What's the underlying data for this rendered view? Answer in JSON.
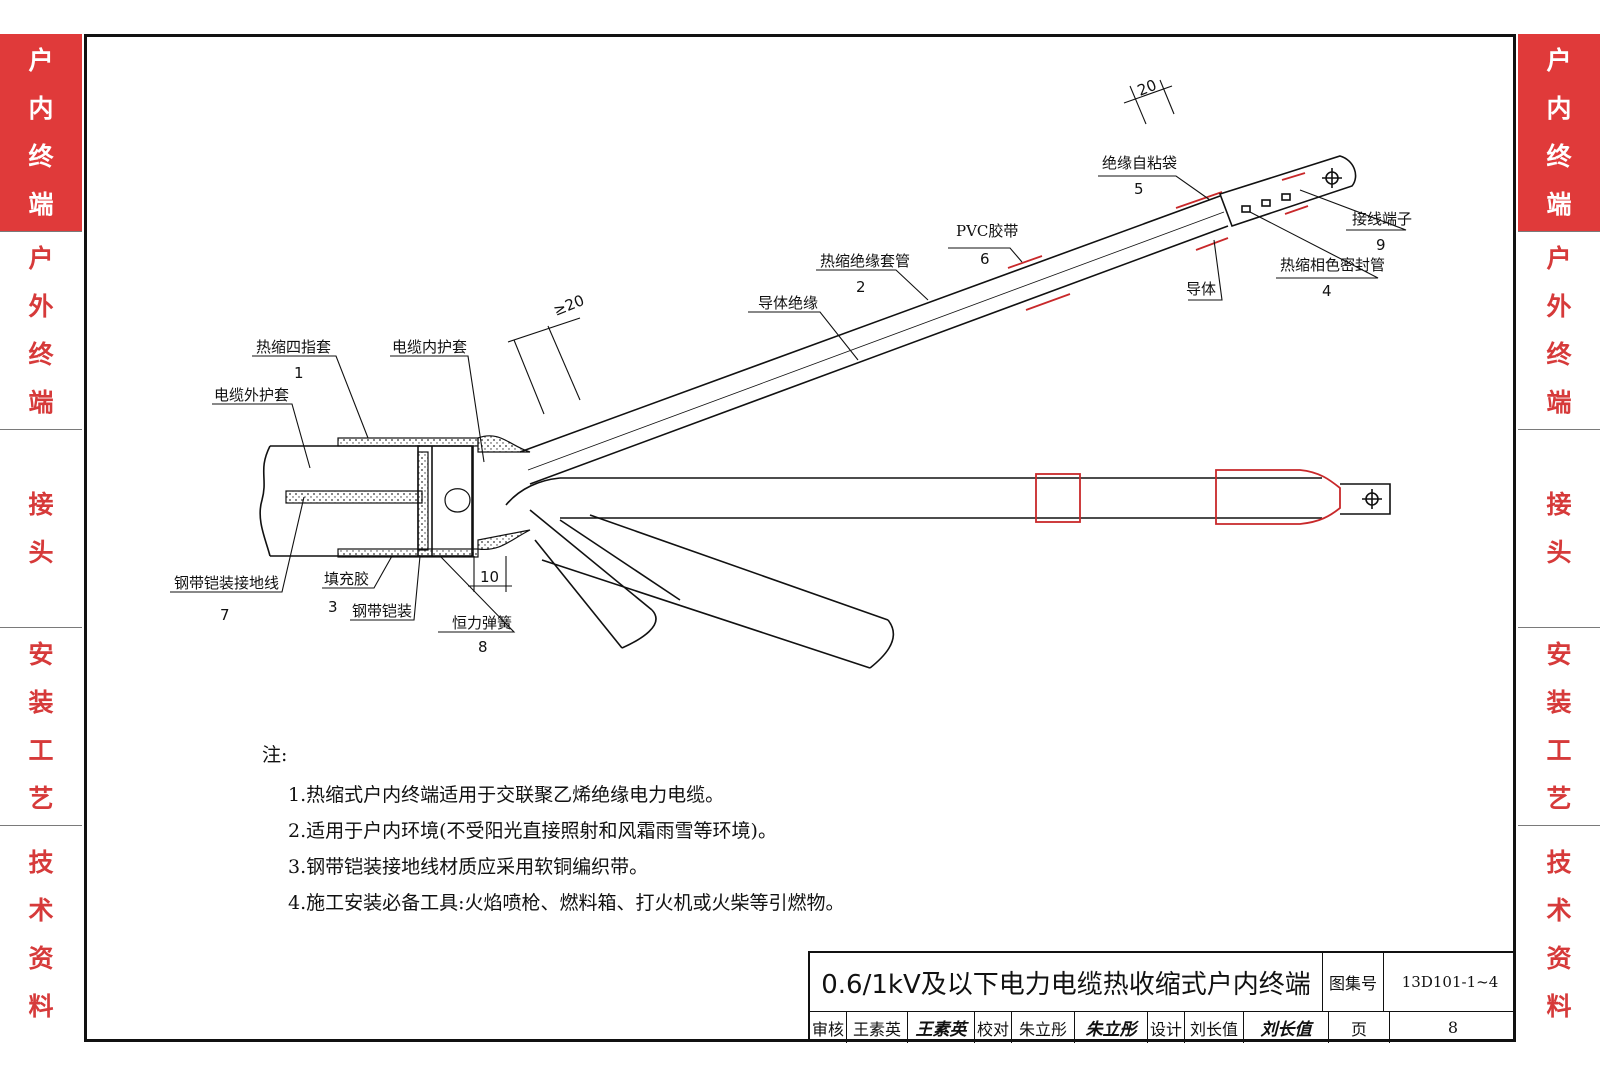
{
  "side_tabs": [
    {
      "label": "户内终端",
      "active": true
    },
    {
      "label": "户外终端",
      "active": false
    },
    {
      "label": "接头",
      "active": false
    },
    {
      "label": "安装工艺",
      "active": false
    },
    {
      "label": "技术资料",
      "active": false
    }
  ],
  "colors": {
    "tab_red": "#e03a3a",
    "tab_text_red": "#d63a3a",
    "line": "#111111",
    "tube_red": "#c8282a"
  },
  "diagram": {
    "callouts": {
      "c1": {
        "label": "热缩四指套",
        "number": "1"
      },
      "c2": {
        "label": "热缩绝缘套管",
        "number": "2"
      },
      "c3": {
        "label": "填充胶",
        "number": "3"
      },
      "c4": {
        "label": "热缩相色密封管",
        "number": "4"
      },
      "c5": {
        "label": "绝缘自粘袋",
        "number": "5"
      },
      "c6": {
        "label": "PVC胶带",
        "number": "6"
      },
      "c7": {
        "label": "钢带铠装接地线",
        "number": "7"
      },
      "c8": {
        "label": "恒力弹簧",
        "number": "8"
      },
      "c9": {
        "label": "接线端子",
        "number": "9"
      },
      "sheath": {
        "label": "电缆外护套"
      },
      "inner": {
        "label": "电缆内护套"
      },
      "conductor_insulation": {
        "label": "导体绝缘"
      },
      "conductor": {
        "label": "导体"
      },
      "armor": {
        "label": "钢带铠装"
      }
    },
    "dimensions": {
      "top": "20",
      "mid": "≥20",
      "bottom": "10"
    }
  },
  "notes": {
    "title": "注:",
    "items": [
      "1.热缩式户内终端适用于交联聚乙烯绝缘电力电缆。",
      "2.适用于户内环境(不受阳光直接照射和风霜雨雪等环境)。",
      "3.钢带铠装接地线材质应采用软铜编织带。",
      "4.施工安装必备工具:火焰喷枪、燃料箱、打火机或火柴等引燃物。"
    ]
  },
  "title_block": {
    "title": "0.6/1kV及以下电力电缆热收缩式户内终端",
    "atlas_label": "图集号",
    "atlas_value": "13D101-1~4",
    "review_label": "审核",
    "reviewer": "王素英",
    "check_label": "校对",
    "checker": "朱立彤",
    "design_label": "设计",
    "designer": "刘长值",
    "page_label": "页",
    "page_value": "8"
  }
}
